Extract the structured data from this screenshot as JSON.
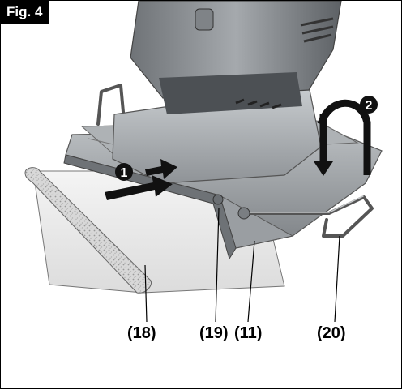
{
  "figure": {
    "label": "Fig. 4"
  },
  "steps": [
    {
      "number": "1"
    },
    {
      "number": "2"
    }
  ],
  "callouts": [
    {
      "text": "(18)"
    },
    {
      "text": "(19)"
    },
    {
      "text": "(11)"
    },
    {
      "text": "(20)"
    }
  ]
}
